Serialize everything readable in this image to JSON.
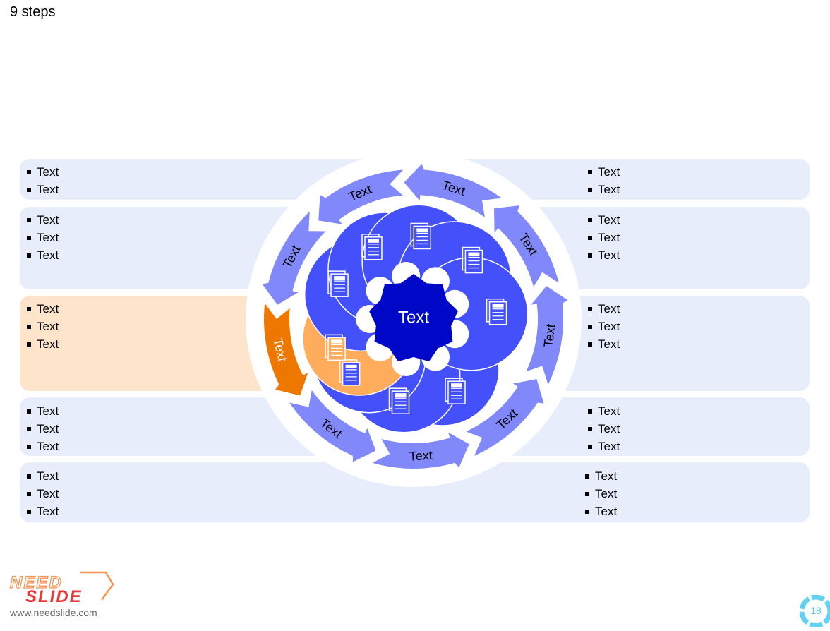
{
  "title": "9 steps",
  "colors": {
    "panel": "#E8EDFB",
    "panel_highlight": "#FFE4CC",
    "arrow": "#8088FA",
    "arrow_highlight": "#EE7700",
    "petal": "#4450FA",
    "petal_highlight": "#FFAD5C",
    "center": "#0008C8"
  },
  "center_label": "Text",
  "arrows": [
    {
      "label": "Text",
      "highlight": false
    },
    {
      "label": "Text",
      "highlight": false
    },
    {
      "label": "Text",
      "highlight": false
    },
    {
      "label": "Text",
      "highlight": false
    },
    {
      "label": "Text",
      "highlight": true
    },
    {
      "label": "Text",
      "highlight": false
    },
    {
      "label": "Text",
      "highlight": false
    },
    {
      "label": "Text",
      "highlight": false
    },
    {
      "label": "Text",
      "highlight": false
    }
  ],
  "petal_icons": [
    "presentation-board-icon",
    "documents-icon",
    "phone-report-icon",
    "orange-bar-documents-icon",
    "binders-icon",
    "document-image-icon",
    "document-chart-icon",
    "document-pie-icon",
    "phone-coins-icon"
  ],
  "panels": {
    "left": [
      {
        "items": [
          "Text",
          "Text"
        ]
      },
      {
        "items": [
          "Text",
          "Text",
          "Text"
        ]
      },
      {
        "items": [
          "Text",
          "Text",
          "Text"
        ],
        "highlight": true
      },
      {
        "items": [
          "Text",
          "Text",
          "Text"
        ]
      },
      {
        "items": [
          "Text",
          "Text",
          "Text"
        ]
      }
    ],
    "right": [
      {
        "items": [
          "Text",
          "Text"
        ]
      },
      {
        "items": [
          "Text",
          "Text",
          "Text"
        ]
      },
      {
        "items": [
          "Text",
          "Text",
          "Text"
        ]
      },
      {
        "items": [
          "Text",
          "Text",
          "Text"
        ]
      },
      {
        "items": [
          "Text",
          "Text",
          "Text"
        ]
      }
    ]
  },
  "logo": {
    "line1": "NEED",
    "line2": "SLIDE"
  },
  "website": "www.needslide.com",
  "page_number": "18"
}
